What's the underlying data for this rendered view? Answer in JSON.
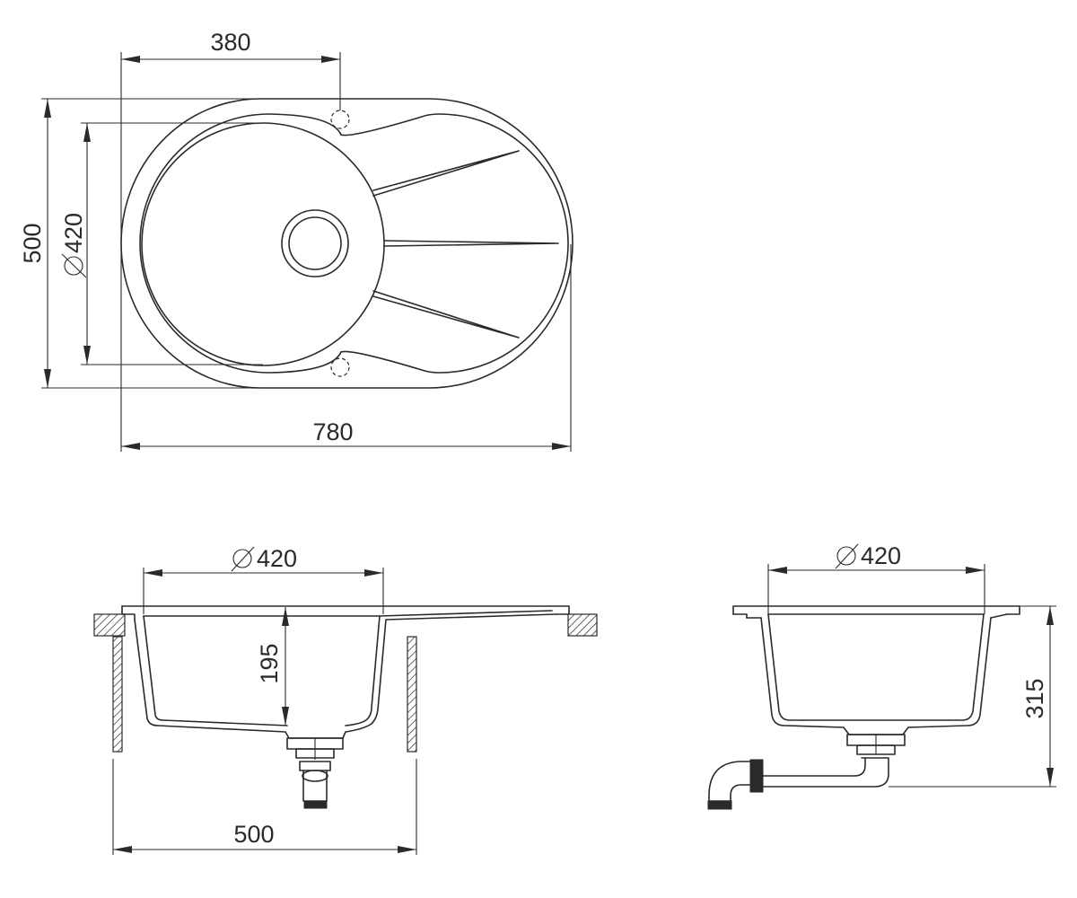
{
  "top_view": {
    "dim_hole_offset": "380",
    "dim_depth": "500",
    "dim_bowl_diameter": "420",
    "dim_length": "780"
  },
  "front_section": {
    "dim_bowl_diameter": "420",
    "dim_bowl_depth": "195",
    "dim_cabinet_width": "500"
  },
  "side_section": {
    "dim_bowl_diameter": "420",
    "dim_total_height": "315"
  },
  "symbols": {
    "diameter": "⌀"
  }
}
